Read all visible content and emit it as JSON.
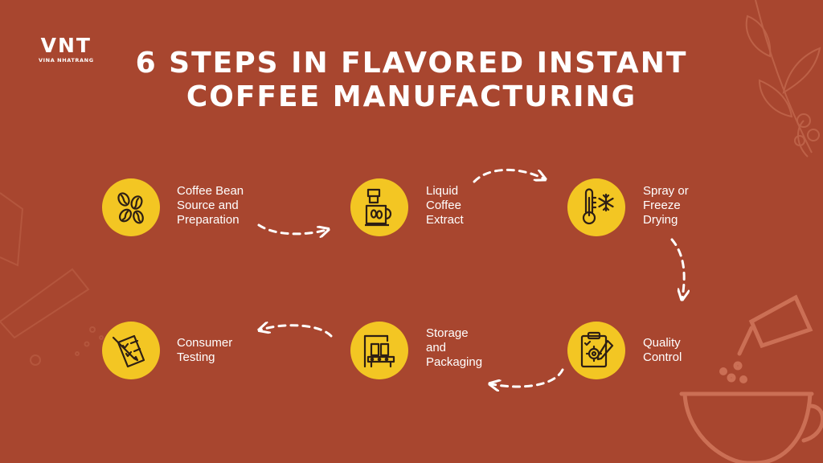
{
  "brand": {
    "name": "VNT",
    "tagline": "VINA NHATRANG"
  },
  "title_line1": "6 STEPS IN FLAVORED INSTANT",
  "title_line2": "COFFEE MANUFACTURING",
  "colors": {
    "background": "#a8462f",
    "icon_circle": "#f3c623",
    "icon_stroke": "#2e1f14",
    "text": "#ffffff",
    "decor": "#c46a50"
  },
  "steps": [
    {
      "label": "Coffee Bean\nSource and\nPreparation",
      "icon": "coffee-beans-icon"
    },
    {
      "label": "Liquid\nCoffee\nExtract",
      "icon": "coffee-maker-icon"
    },
    {
      "label": "Spray or\nFreeze\nDrying",
      "icon": "thermometer-snowflake-icon"
    },
    {
      "label": "Quality\nControl",
      "icon": "clipboard-gear-icon"
    },
    {
      "label": "Storage\nand\nPackaging",
      "icon": "conveyor-packaging-icon"
    },
    {
      "label": "Consumer\nTesting",
      "icon": "testing-checklist-icon"
    }
  ]
}
